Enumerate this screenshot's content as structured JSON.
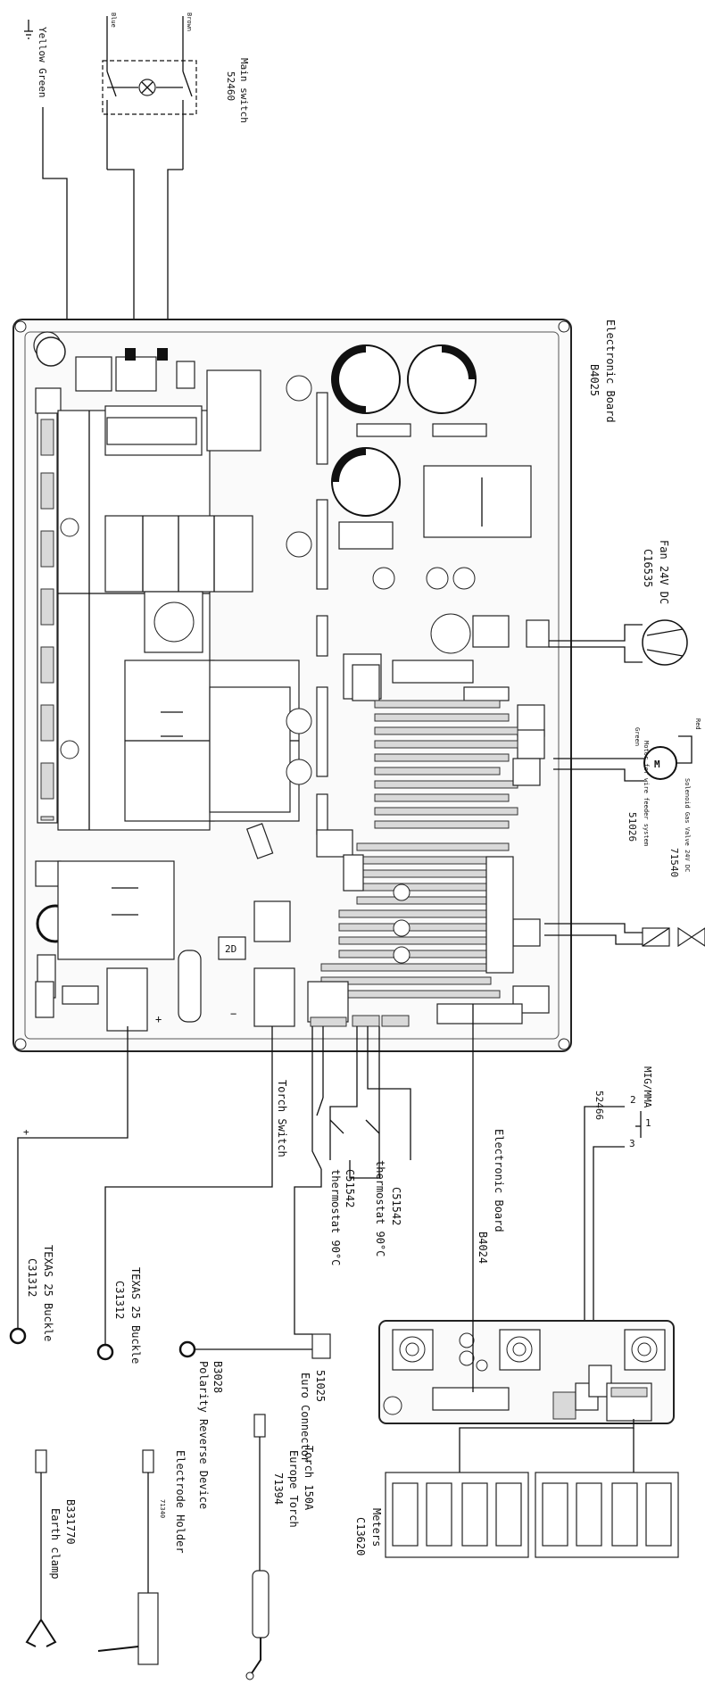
{
  "labels": {
    "yellow_green": "Yellow Green",
    "blue": "Blue",
    "brown": "Brown",
    "main_switch_name": "Main switch",
    "main_switch_code": "52460",
    "board_main_name": "Electronic Board",
    "board_main_code": "B4025",
    "fan_name": "Fan 24V DC",
    "fan_code": "C16535",
    "red": "Red",
    "green": "Green",
    "motor_name": "Motor for wire feeder system",
    "motor_code": "51026",
    "valve_name": "Solenoid Gas Valve 24V DC",
    "valve_code": "71540",
    "mig_mma": "MIG/MMA",
    "sel_1": "1",
    "sel_2": "2",
    "sel_3": "3",
    "sel_code": "52466",
    "board_small_name": "Electronic Board",
    "board_small_code": "B4024",
    "torch_switch": "Torch Switch",
    "thermostat_a_code": "C51542",
    "thermostat_a_name": "thermostat 90°C",
    "thermostat_b_code": "C51542",
    "thermostat_b_name": "thermostat 90°C",
    "plus": "+",
    "minus": "−",
    "plus_wire": "+",
    "buckle_a_name": "TEXAS 25 Buckle",
    "buckle_a_code": "C31312",
    "buckle_b_name": "TEXAS 25 Buckle",
    "buckle_b_code": "C31312",
    "polarity_code": "B3028",
    "polarity_name": "Polarity Reverse Device",
    "euro_code": "51025",
    "euro_name": "Euro Connector",
    "meters_name": "Meters",
    "meters_code": "C13620",
    "torch_name": "Torch 150A",
    "torch_sub": "Europe Torch",
    "torch_code": "71394",
    "electrode_name": "Electrode Holder",
    "electrode_code": "71340",
    "earth_code": "B331770",
    "earth_name": "Earth clamp",
    "board_box": "2D"
  }
}
